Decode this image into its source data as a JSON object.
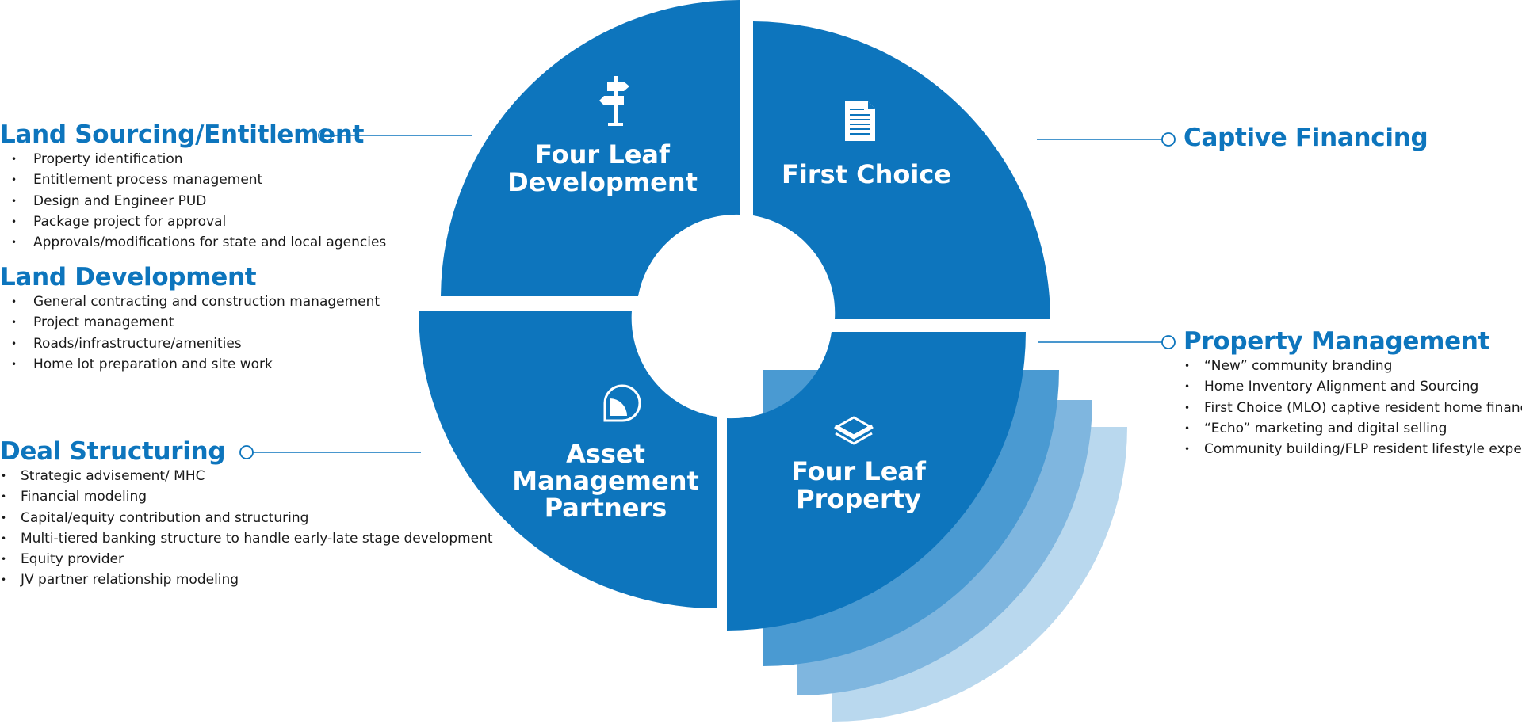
{
  "colors": {
    "primary": "#0d75bd",
    "shadow1": "#4a9ad2",
    "shadow2": "#7fb6df",
    "shadow3": "#b9d8ee",
    "text": "#1a1a1a",
    "white": "#ffffff"
  },
  "segments": [
    {
      "id": "development",
      "lines": [
        "Four Leaf",
        "Development"
      ],
      "icon": "signpost-icon"
    },
    {
      "id": "first_choice",
      "lines": [
        "First Choice"
      ],
      "icon": "document-icon"
    },
    {
      "id": "asset",
      "lines": [
        "Asset",
        "Management",
        "Partners"
      ],
      "icon": "pie-chart-icon"
    },
    {
      "id": "property",
      "lines": [
        "Four Leaf",
        "Property"
      ],
      "icon": "layers-icon"
    }
  ],
  "left": {
    "land_sourcing": {
      "title": "Land Sourcing/Entitlement",
      "items": [
        "Property identification",
        "Entitlement process management",
        "Design and Engineer PUD",
        "Package project for approval",
        "Approvals/modifications for state and local agencies"
      ]
    },
    "land_development": {
      "title": "Land Development",
      "items": [
        "General contracting and construction management",
        "Project management",
        "Roads/infrastructure/amenities",
        "Home lot preparation and site work"
      ]
    },
    "deal_structuring": {
      "title": "Deal Structuring",
      "items": [
        "Strategic advisement/ MHC",
        "Financial modeling",
        "Capital/equity contribution and structuring",
        "Multi-tiered banking structure to handle early-late stage development",
        "Equity provider",
        "JV partner relationship modeling"
      ]
    }
  },
  "right": {
    "captive_financing": {
      "title": "Captive Financing"
    },
    "property_management": {
      "title": "Property Management",
      "items": [
        "“New” community branding",
        "Home Inventory Alignment and Sourcing",
        "First Choice (MLO) captive resident home financing",
        "“Echo” marketing and digital selling",
        "Community building/FLP resident lifestyle experience"
      ]
    }
  }
}
